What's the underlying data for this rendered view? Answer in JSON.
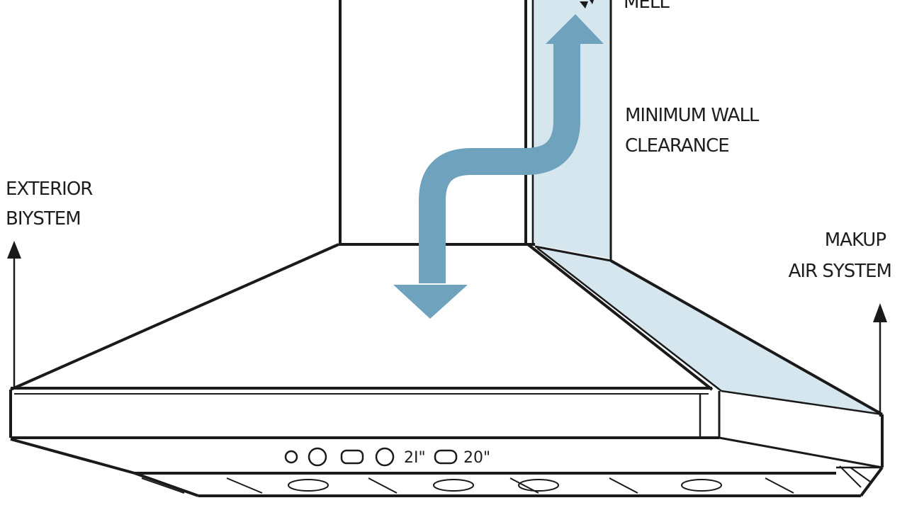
{
  "labels": {
    "top_right": "MELL",
    "wall_clearance_line1": "MINIMUM WALL",
    "wall_clearance_line2": "CLEARANCE",
    "exterior_line1": "EXTERIOR",
    "exterior_line2": "BIYSTEM",
    "makeup_line1": "MAKUP",
    "makeup_line2": "AIR SYSTEM"
  },
  "control_panel": {
    "size_a": "2I\"",
    "size_b": "20\""
  },
  "colors": {
    "line": "#1a1a1a",
    "airflow_arrow": "#6fa3bd",
    "wall_tint": "#d6e6ee"
  }
}
